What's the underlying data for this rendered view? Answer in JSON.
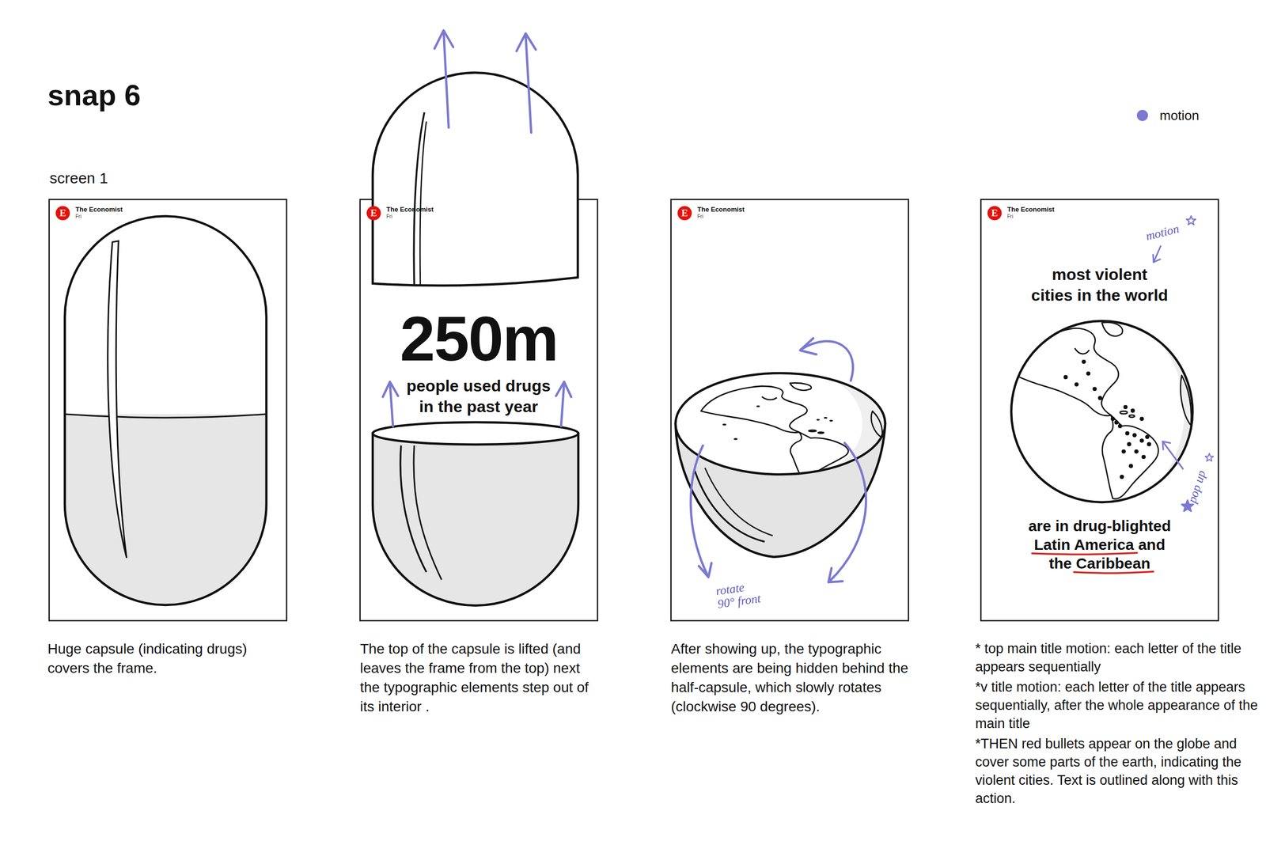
{
  "diagram": {
    "title": "snap 6",
    "nodes": [
      {
        "text": [
          "The Economist",
          "Fri"
        ]
      },
      {
        "text": [
          "E"
        ],
        "in": 0
      },
      {
        "text": [
          "The Economist",
          "Fri",
          "250m",
          "people used drugs in the past year"
        ]
      },
      {
        "text": [
          "E"
        ],
        "in": 2
      },
      {
        "text": [
          "The Economist",
          "Fri"
        ]
      },
      {
        "text": [
          "E"
        ],
        "in": 4
      },
      {
        "text": [
          "The Economist",
          "Fri",
          "most violent cities in the world",
          "are in drug-blighted Latin America and the Caribbean"
        ]
      },
      {
        "text": [
          "E"
        ],
        "in": 6
      }
    ],
    "labels": [
      "screen 1",
      "Huge capsule (indicating drugs) covers the frame.",
      "The top of the capsule is lifted (and leaves the frame from the top) next the typographic elements step out of its interior .",
      "After showing up, the typographic elements are being hidden behind the half-capsule, which slowly rotates (clockwise 90 degrees).",
      "* top main title motion: each letter of the title appears sequentially",
      "*v title motion: each letter of the title appears sequentially, after the whole appearance of the main title",
      "*THEN red bullets appear on the globe and cover some parts of the earth, indicating the violent cities. Text is outlined along with this action.",
      "rotate 90° front",
      "motion",
      "pop up"
    ],
    "legend": [
      {
        "text": "motion",
        "color": "#7b78d1"
      }
    ]
  }
}
